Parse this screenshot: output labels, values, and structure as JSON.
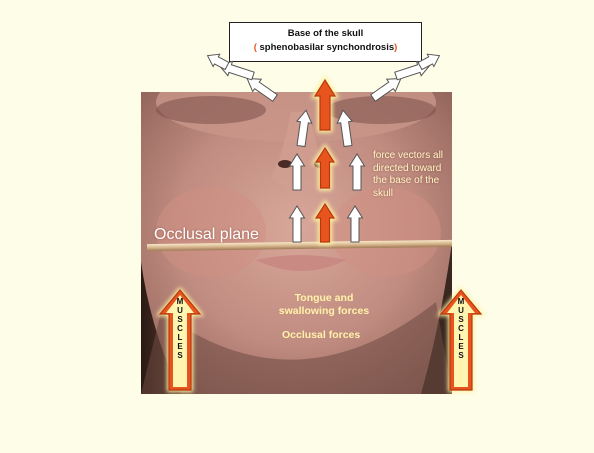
{
  "title": {
    "line1": "Base of the skull",
    "line2_open": "(",
    "line2_text": " sphenobasilar synchondrosis",
    "line2_close": ")"
  },
  "labels": {
    "occlusal_plane": "Occlusal plane",
    "force_vectors": "force vectors all directed toward the base of the skull",
    "tongue_swallowing": "Tongue and swallowing forces",
    "occlusal_forces": "Occlusal forces"
  },
  "muscles_left": [
    "M",
    "U",
    "S",
    "C",
    "L",
    "E",
    "S"
  ],
  "muscles_right": [
    "M",
    "U",
    "S",
    "C",
    "L",
    "E",
    "S"
  ],
  "colors": {
    "background": "#fdfde8",
    "arrow_orange": "#e8541e",
    "arrow_glow": "#fff2a0",
    "arrow_white": "#ffffff",
    "arrow_outline": "#555555",
    "label_yellow": "#fff2a8"
  },
  "icons": {
    "occlusal_plane_rod": "wooden-stick",
    "force_arrow": "up-arrow"
  }
}
